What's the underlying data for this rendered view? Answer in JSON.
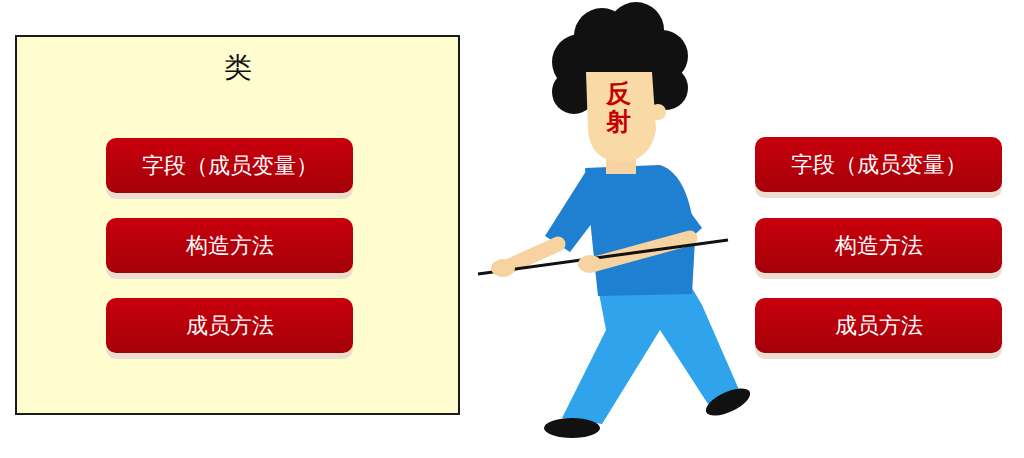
{
  "diagram": {
    "nodes": [
      {
        "text": [
          "类"
        ]
      },
      {
        "text": [
          "字段（成员变量）"
        ],
        "in": 0
      },
      {
        "text": [
          "构造方法"
        ],
        "in": 0
      },
      {
        "text": [
          "成员方法"
        ],
        "in": 0
      },
      {
        "text": [
          "字段（成员变量）"
        ]
      },
      {
        "text": [
          "构造方法"
        ]
      },
      {
        "text": [
          "成员方法"
        ]
      }
    ],
    "labels": [
      "反射"
    ]
  }
}
